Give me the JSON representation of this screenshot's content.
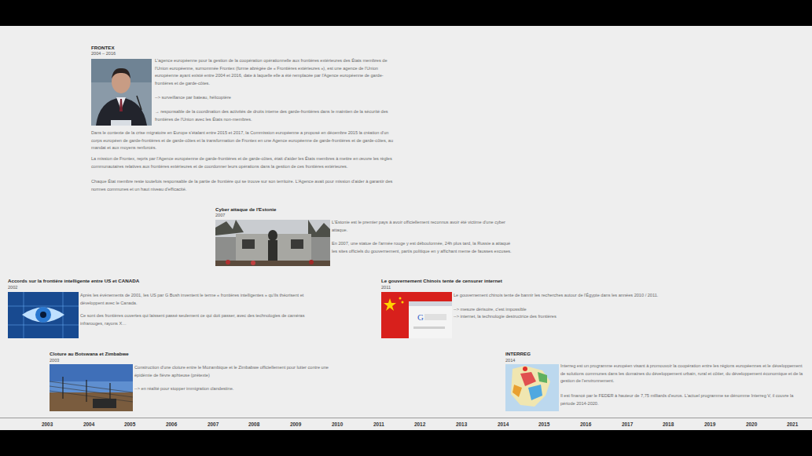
{
  "diagram": {
    "nodes": [
      {
        "text": [
          "FRONTEX",
          "2004 – 2016",
          "L'agence européenne pour la gestion de la coopération opérationnelle aux frontières extérieures des États membres de l'Union européenne, surnommée Frontex (forme abrégée de « Frontières extérieures »), est une agence de l'Union européenne ayant existé entre 2004 et 2016, date à laquelle elle a été remplacée par l'Agence européenne de garde-frontières et de garde-côtes.",
          "--> surveillance par bateau, hélicoptère",
          "→ responsable de la coordination des activités de droits interne des garde-frontières dans le maintien de la sécurité des frontières de l'Union avec les États non-membres.",
          "Dans le contexte de la crise migratoire en Europe s'étalant entre 2015 et 2017, la Commission européenne a proposé en décembre 2015 la création d'un corps européen de garde-frontières et de garde-côtes et la transformation de Frontex en une Agence européenne de garde-frontières et de garde-côtes, au mandat et aux moyens renforcés.",
          "La mission de Frontex, repris par l'Agence européenne de garde-frontières et de garde-côtes, était d'aider les États membres à mettre en œuvre les règles communautaires relatives aux frontières extérieures et de coordonner leurs opérations dans la gestion de ces frontières extérieures.",
          "Chaque État membre reste toutefois responsable de la partie de frontière qui se trouve sur son territoire. L'Agence avait pour mission d'aider à garantir des normes communes et un haut niveau d'efficacité."
        ]
      },
      {
        "text": [
          "Cyber attaque de l'Estonie",
          "2007",
          "L'Estonie est le premier pays à avoir officiellement reconnus avoir été victime d'une cyber attaque.",
          "En 2007, une statue de l'armée rouge y est déboulonnée, 24h plus tard, la Russie a attaqué les sites officiels du gouvernement, partis politique en y affichant meme de fausses excuses."
        ]
      },
      {
        "text": [
          "Accords sur la frontière intelligente entre US et CANADA",
          "2002",
          "Après les évènements de 2001, les US par G Bush inventent le terme « frontières intelligentes » qu'ils théorisent et développent avec le Canada.",
          "Ce sont des frontières ouvertes qui laissent passé seulement ce qui doit passer, avec des technologies de caméras infrarouges, rayons X…"
        ]
      },
      {
        "text": [
          "Le gouvernement Chinois tente de censurer internet",
          "2011",
          "Le gouvernement chinois tente de bannir les recherches autour de l'Égypte dans les années 2010 / 2011.",
          "--> mesure dérisoire, c'est impossible",
          "--> internet, la technologie destructrice des frontières"
        ]
      },
      {
        "text": [
          "Cloture au Botswana et Zimbabwe",
          "2003",
          "Construction d'une cloture entre le Mozambique et le Zimbabwe officiellement pour lutter contre une épidémie de fièvre aphteuse (prétexte)",
          "--> en réalité pour stopper immigration clandestine."
        ]
      },
      {
        "text": [
          "INTERREG",
          "2014",
          "Interreg est un programme européen visant à promouvoir la coopération entre les régions européennes et le développement de solutions communes dans les domaines du développement urbain, rural et côtier, du développement économique et de la gestion de l'environnement.",
          "Il est financé par le FEDER à hauteur de 7,75 milliards d'euros. L'actuel programme se dénomme Interreg V, il couvre la période 2014-2020."
        ]
      }
    ],
    "labels": [
      "2003",
      "2004",
      "2005",
      "2006",
      "2007",
      "2008",
      "2009",
      "2010",
      "2011",
      "2012",
      "2013",
      "2014",
      "2015",
      "2016",
      "2017",
      "2018",
      "2019",
      "2020",
      "2021"
    ]
  }
}
